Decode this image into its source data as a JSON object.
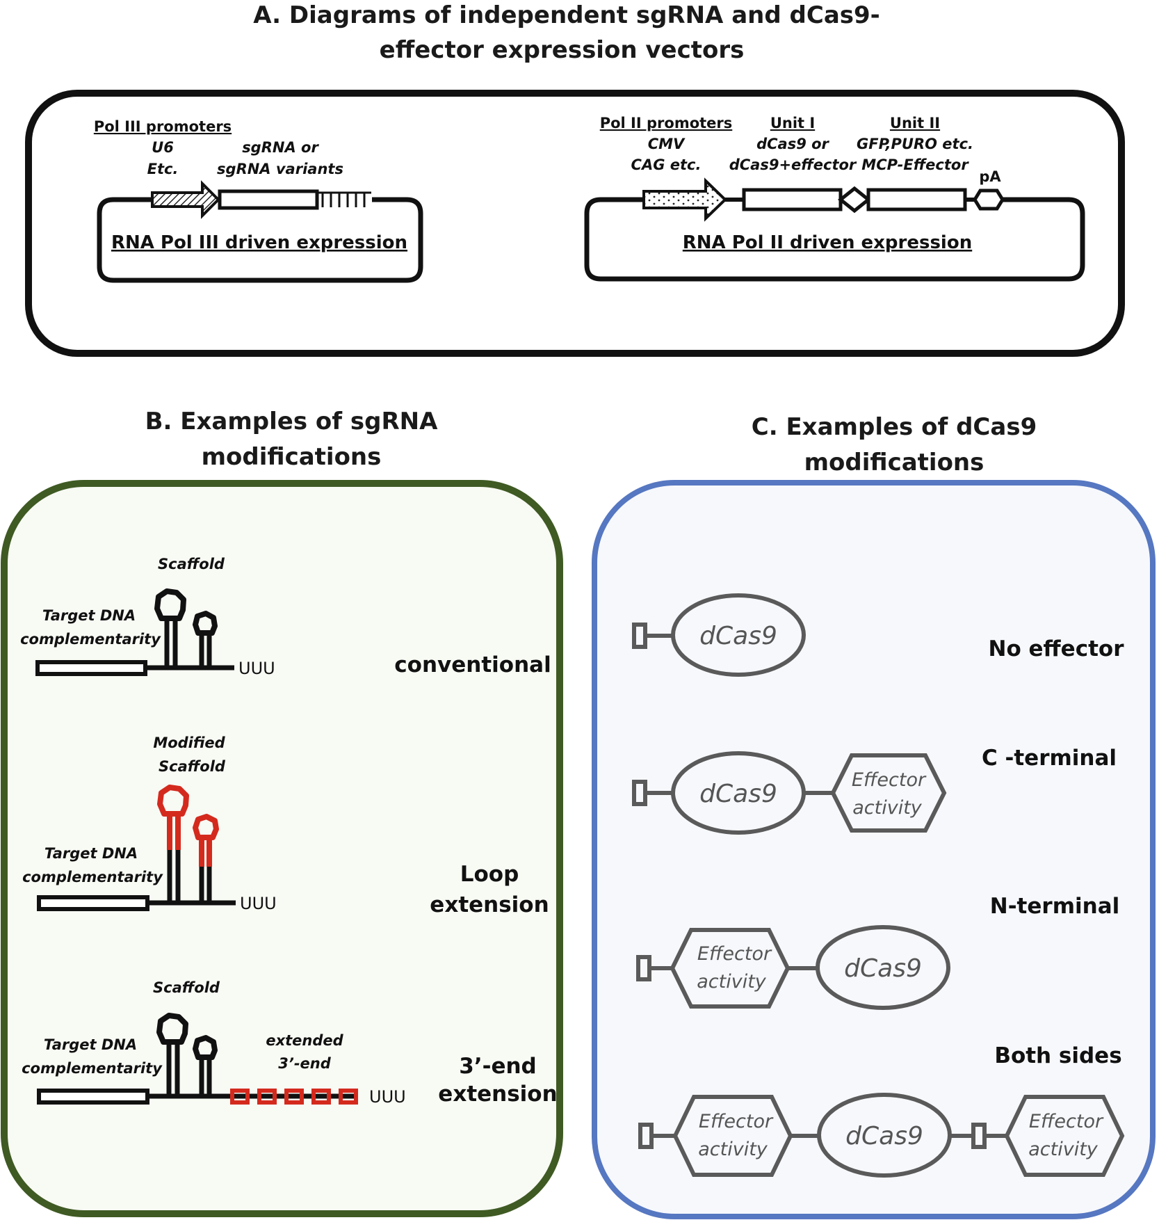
{
  "panel_a": {
    "title_line1": "A. Diagrams of independent sgRNA and dCas9-",
    "title_line2": "effector expression vectors",
    "pol3": {
      "promoters_header": "Pol III promoters",
      "promoter_1": "U6",
      "promoter_2": "Etc.",
      "insert_line1": "sgRNA or",
      "insert_line2": "sgRNA variants",
      "caption": "RNA Pol III driven expression"
    },
    "pol2": {
      "promoters_header": "Pol II promoters",
      "promoter_1": "CMV",
      "promoter_2": "CAG etc.",
      "unit1_header": "Unit I",
      "unit1_line1": "dCas9 or",
      "unit1_line2": "dCas9+effector",
      "unit2_header": "Unit II",
      "unit2_line1": "GFP,PURO etc.",
      "unit2_line2": "MCP-Effector",
      "pa": "pA",
      "caption": "RNA Pol II driven expression"
    }
  },
  "panel_b": {
    "title_line1": "B. Examples of sgRNA",
    "title_line2": "modifications",
    "conventional": {
      "scaffold": "Scaffold",
      "target_line1": "Target DNA",
      "target_line2": "complementarity",
      "uuu": "UUU",
      "label": "conventional"
    },
    "loop": {
      "scaffold_line1": "Modified",
      "scaffold_line2": "Scaffold",
      "target_line1": "Target DNA",
      "target_line2": "complementarity",
      "uuu": "UUU",
      "label_line1": "Loop",
      "label_line2": "extension"
    },
    "end3": {
      "scaffold": "Scaffold",
      "target_line1": "Target DNA",
      "target_line2": "complementarity",
      "ext_line1": "extended",
      "ext_line2": "3’-end",
      "uuu": "UUU",
      "label_line1": "3’-end",
      "label_line2": "extension"
    }
  },
  "panel_c": {
    "title_line1": "C. Examples of dCas9",
    "title_line2": "modifications",
    "dcas9": "dCas9",
    "effector_line1": "Effector",
    "effector_line2": "activity",
    "labels": {
      "none": "No effector",
      "c_term": "C -terminal",
      "n_term": "N-terminal",
      "both": "Both sides"
    }
  },
  "colors": {
    "panel_b_border": "#3f5a23",
    "panel_b_fill": "#f8faf4",
    "panel_c_border": "#5677c1",
    "panel_c_fill": "#f6f8fc",
    "modified": "#d42a1e",
    "protein_gray": "#5a5a5a"
  }
}
